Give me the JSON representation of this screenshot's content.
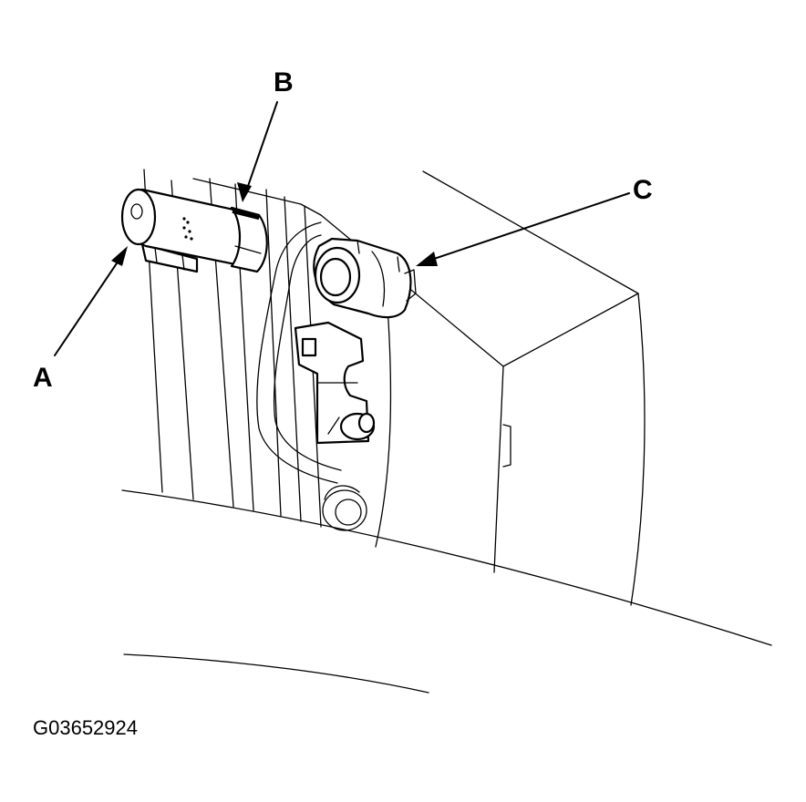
{
  "callouts": {
    "a": "A",
    "b": "B",
    "c": "C"
  },
  "figure_id": "G03652924"
}
